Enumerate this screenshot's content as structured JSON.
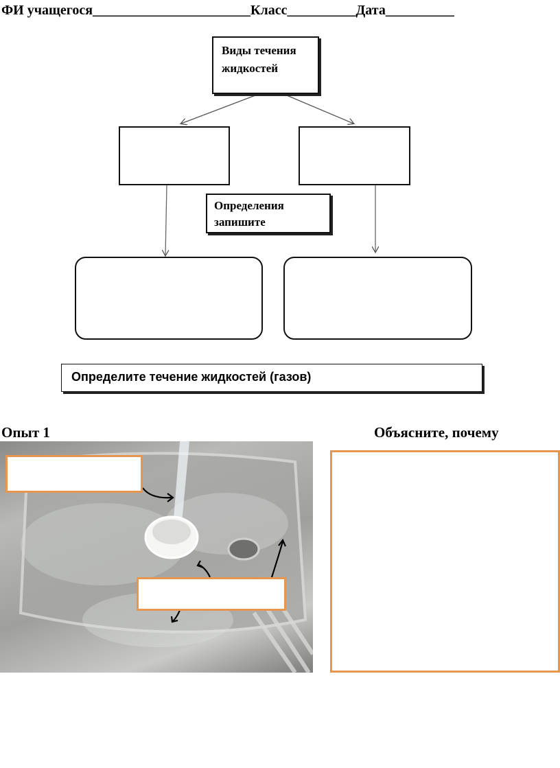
{
  "header": {
    "text": "ФИ учащегося_______________________Класс__________Дата__________"
  },
  "diagram": {
    "root_box": "Виды течения жидкостей",
    "left_box": "",
    "right_box": "",
    "definition_note": "Определения запишите",
    "left_definition": "",
    "right_definition": ""
  },
  "task": {
    "title": "Определите течение жидкостей (газов)"
  },
  "experiment": {
    "label": "Опыт 1",
    "explain_label": "Объясните, почему",
    "answer_box": "",
    "photo_label_top": "",
    "photo_label_bottom": ""
  },
  "colors": {
    "accent_orange": "#e7964f",
    "line": "#111111"
  }
}
